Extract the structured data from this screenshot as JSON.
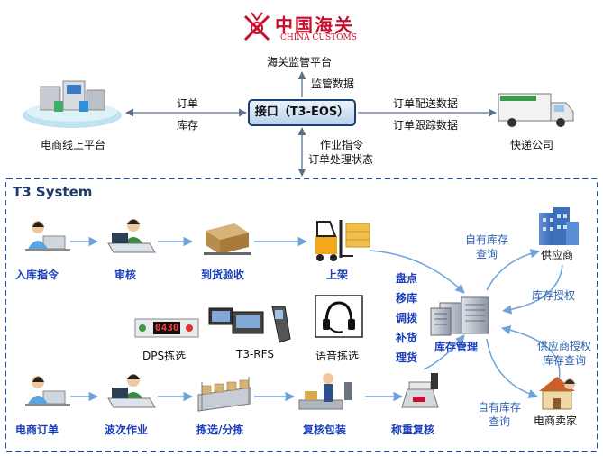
{
  "customs": {
    "logo_cn": "中国海关",
    "logo_en": "CHINA CUSTOMS",
    "platform": "海关监管平台",
    "link_label": "监管数据"
  },
  "interface": {
    "label": "接口（T3-EOS）"
  },
  "ecommerce": {
    "label": "电商线上平台",
    "link_order": "订单",
    "link_stock": "库存"
  },
  "express": {
    "label": "快递公司",
    "link_delivery": "订单配送数据",
    "link_tracking": "订单跟踪数据"
  },
  "system_link": {
    "line1": "作业指令",
    "line2": "订单处理状态"
  },
  "system": {
    "title": "T3 System",
    "inbound_row": [
      "入库指令",
      "审核",
      "到货验收",
      "上架"
    ],
    "outbound_row": [
      "电商订单",
      "波次作业",
      "拣选/分拣",
      "复核包装",
      "称重复核"
    ],
    "picking_methods": [
      "DPS拣选",
      "T3-RFS",
      "语音拣选"
    ],
    "dps_display": "0430",
    "ops": [
      "盘点",
      "移库",
      "调拨",
      "补货",
      "理货"
    ],
    "inventory": "库存管理",
    "supplier": "供应商",
    "seller": "电商卖家",
    "supplier_query": [
      "自有库存",
      "查询"
    ],
    "stock_auth": "库存授权",
    "supplier_auth_query": [
      "供应商授权",
      "库存查询"
    ],
    "seller_query": [
      "自有库存",
      "查询"
    ]
  },
  "colors": {
    "accent": "#1a3fb8",
    "arrow": "#6fa3d8",
    "frame": "#2d4e86",
    "customs_red": "#c8102e"
  }
}
